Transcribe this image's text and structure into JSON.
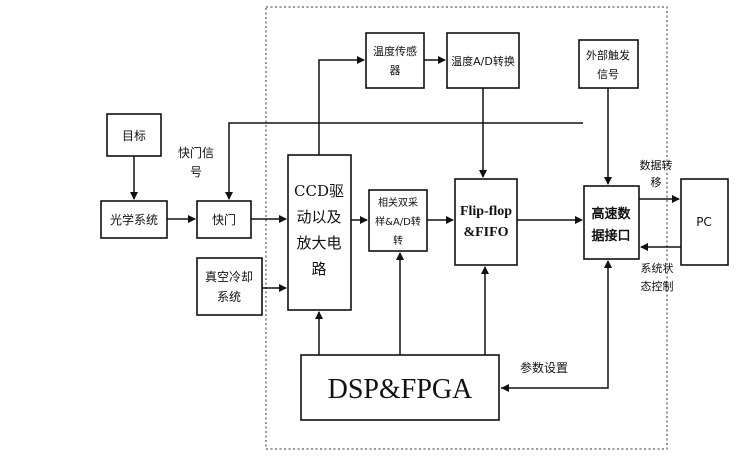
{
  "blocks": {
    "target": "目标",
    "optical_system": "光学系统",
    "shutter": "快门",
    "shutter_signal": [
      "快门信",
      "号"
    ],
    "vacuum_cooling": [
      "真空冷却",
      "系统"
    ],
    "ccd_driver": [
      "CCD驱",
      "动以及",
      "放大电",
      "路"
    ],
    "temp_sensor": [
      "温度传感",
      "器"
    ],
    "temp_ad": "温度A/D转换",
    "cds_ad": [
      "相关双采",
      "样&A/D转",
      "转"
    ],
    "flipflop_fifo": [
      "Flip-flop",
      "&FIFO"
    ],
    "ext_trigger": [
      "外部触发",
      "信号"
    ],
    "high_speed_if": [
      "高速数",
      "据接口"
    ],
    "pc": "PC",
    "dsp_fpga": "DSP&FPGA"
  },
  "labels": {
    "data_transfer": [
      "数据转",
      "移"
    ],
    "system_status": [
      "系统状",
      "态控制"
    ],
    "param_setting": "参数设置"
  }
}
